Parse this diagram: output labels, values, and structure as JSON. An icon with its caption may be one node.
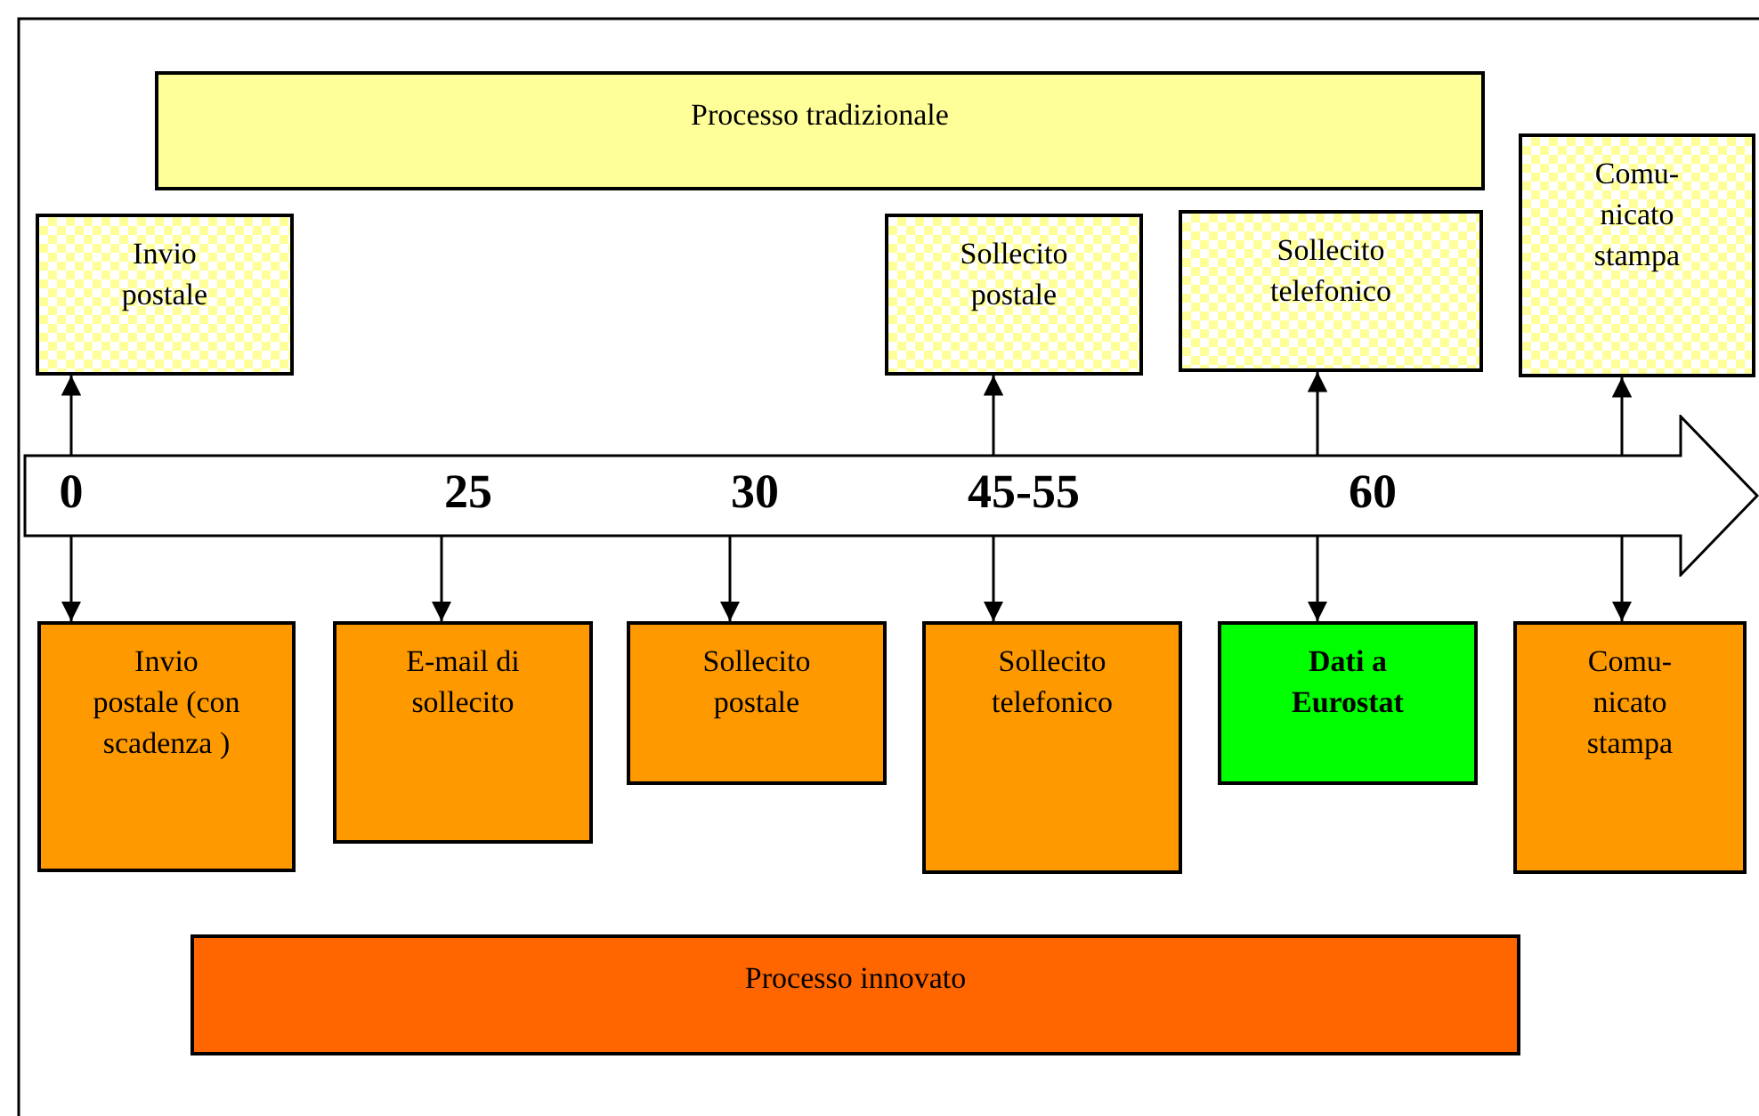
{
  "diagram": {
    "nodes": [
      {
        "text": [
          "Processo tradizionale"
        ]
      },
      {
        "text": [
          "Invio postale"
        ]
      },
      {
        "text": [
          "Sollecito postale"
        ]
      },
      {
        "text": [
          "Sollecito telefonico"
        ]
      },
      {
        "text": [
          "Comu- nicato stampa"
        ]
      },
      {
        "text": [
          "0",
          "25",
          "30",
          "45-55",
          "60"
        ]
      },
      {
        "text": [
          "Invio postale (con scadenza )"
        ]
      },
      {
        "text": [
          "E-mail di sollecito"
        ]
      },
      {
        "text": [
          "Sollecito postale"
        ]
      },
      {
        "text": [
          "Sollecito telefonico"
        ]
      },
      {
        "text": [
          "Dati a Eurostat"
        ]
      },
      {
        "text": [
          "Comu- nicato stampa"
        ]
      },
      {
        "text": [
          "Processo innovato"
        ]
      }
    ],
    "edges": [
      {
        "from": 5,
        "to": 1,
        "arrow": "to"
      },
      {
        "from": 5,
        "to": 2,
        "arrow": "to"
      },
      {
        "from": 5,
        "to": 3,
        "arrow": "to"
      },
      {
        "from": 5,
        "to": 4,
        "arrow": "to"
      },
      {
        "from": 5,
        "to": 6,
        "arrow": "to"
      },
      {
        "from": 5,
        "to": 7,
        "arrow": "to"
      },
      {
        "from": 5,
        "to": 8,
        "arrow": "to"
      },
      {
        "from": 5,
        "to": 9,
        "arrow": "to"
      },
      {
        "from": 5,
        "to": 10,
        "arrow": "to"
      },
      {
        "from": 5,
        "to": 11,
        "arrow": "to"
      }
    ]
  }
}
